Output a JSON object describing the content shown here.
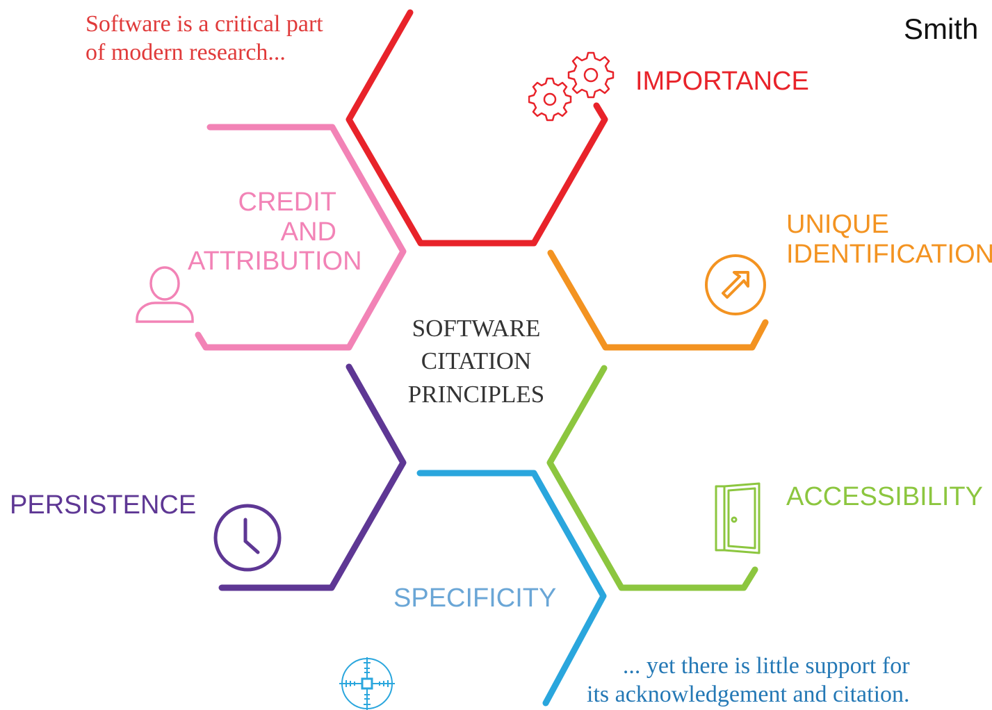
{
  "author": "Smith",
  "quote_top": {
    "line1": "Software is a critical part",
    "line2": "of modern research..."
  },
  "quote_bottom": {
    "line1": "... yet there is little support for",
    "line2": "its acknowledgement and citation."
  },
  "center_title": {
    "line1": "SOFTWARE",
    "line2": "CITATION",
    "line3": "PRINCIPLES"
  },
  "principles": {
    "importance": {
      "label": "IMPORTANCE",
      "color": "#e8232a",
      "icon": "gears-icon"
    },
    "credit": {
      "line1": "CREDIT",
      "line2": "AND",
      "line3": "ATTRIBUTION",
      "color": "#f283b6",
      "icon": "person-icon"
    },
    "unique": {
      "line1": "UNIQUE",
      "line2": "IDENTIFICATION",
      "color": "#f39321",
      "icon": "arrow-circle-icon"
    },
    "persistence": {
      "label": "PERSISTENCE",
      "color": "#5e3794",
      "icon": "clock-icon"
    },
    "accessibility": {
      "label": "ACCESSIBILITY",
      "color": "#8cc63f",
      "icon": "door-icon"
    },
    "specificity": {
      "label": "SPECIFICITY",
      "color": "#2aa6dd",
      "icon": "crosshair-icon"
    }
  }
}
